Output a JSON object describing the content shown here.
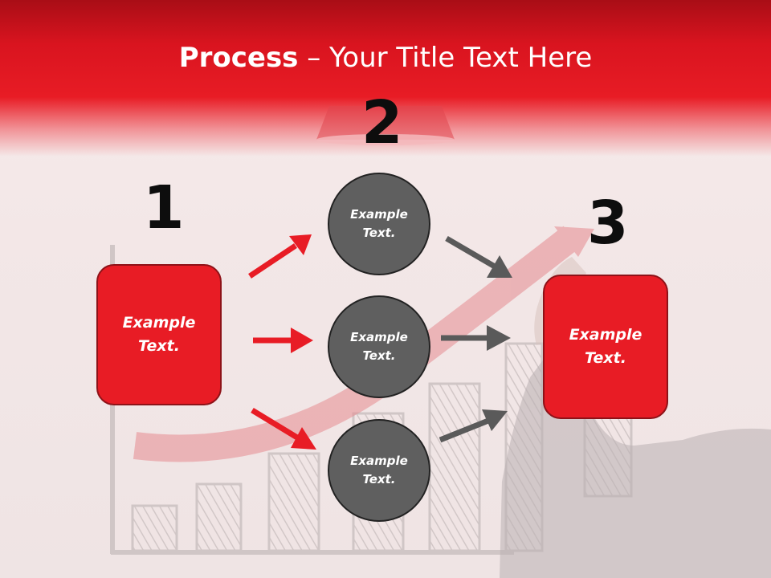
{
  "title": {
    "bold": "Process",
    "rest": " – Your Title Text Here"
  },
  "steps": [
    {
      "number": "1",
      "box_text": "Example\nText."
    },
    {
      "number": "2"
    },
    {
      "number": "3",
      "box_text": "Example\nText."
    }
  ],
  "circles": [
    {
      "text": "Example\nText."
    },
    {
      "text": "Example\nText."
    },
    {
      "text": "Example\nText."
    }
  ],
  "colors": {
    "accent": "#e81c25",
    "circle": "#5f5f5f",
    "arrow_gray": "#5a5a5a"
  }
}
